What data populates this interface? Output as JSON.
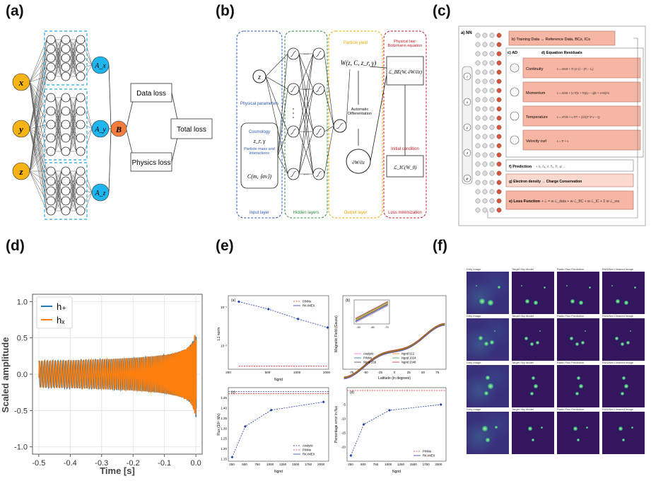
{
  "panels": {
    "a": {
      "tag": "(a)"
    },
    "b": {
      "tag": "(b)"
    },
    "c": {
      "tag": "(c)"
    },
    "d": {
      "tag": "(d)"
    },
    "e": {
      "tag": "(e)"
    },
    "f": {
      "tag": "(f)"
    }
  },
  "diagram_a": {
    "inputs": [
      "x",
      "y",
      "z"
    ],
    "outputs": [
      "A_x",
      "A_y",
      "A_z"
    ],
    "center": "B",
    "boxes": [
      "Data loss",
      "Physics loss",
      "Total loss"
    ]
  },
  "diagram_b": {
    "input_node": "z",
    "physical_parameters": "Physical parameters",
    "cosmology": "Cosmology",
    "cosmology_vars": "z_r, γ",
    "particle_mass": "Particle mass and interactions",
    "cross_section": "C(m, ⟨σv⟩)",
    "input_layer": "Input layer",
    "hidden_layers": "Hidden layers",
    "particle_yield": "Particle yield",
    "output_expr": "W(z, C, z_r, γ)",
    "autodiff": "Automatic Differentiation",
    "derivative": "∂W/∂z",
    "output_layer": "Output layer",
    "physical_law": "Physical law: Boltzmann equation",
    "be_loss": "ℒ_BE(W, ∂W/∂z)",
    "initial_condition": "Initial condition",
    "ic_loss": "ℒ_IC(W_0)",
    "loss_minimization": "Loss minimization"
  },
  "diagram_c": {
    "nn_label": "a) NN",
    "inputs": [
      "t",
      "x",
      "y",
      "z",
      "φ"
    ],
    "training_data": "b) Training Data  →  Reference Data,  BCs,  ICs",
    "ad_label": "c) AD",
    "equation_header": "d) Equation   Residuals",
    "equations": [
      "Continuity",
      "Momentum",
      "Temperature",
      "Velocity curl"
    ],
    "prediction": "f) Prediction",
    "electron_density": "g) Electron density → Charge Conservation",
    "loss_function": "e) Loss Function"
  },
  "chart_d": {
    "ylabel": "Scaled amplitude",
    "xlabel": "Time [s]",
    "legend": [
      "h₊",
      "hₓ"
    ],
    "colors": {
      "plus": "#1f77b4",
      "cross": "#ff7f0e"
    },
    "xticks": [
      "-0.5",
      "-0.4",
      "-0.3",
      "-0.2",
      "-0.1",
      "0.0"
    ],
    "yticks": [
      "1.0",
      "0.5",
      "0.0",
      "-0.5",
      "-1.0"
    ]
  },
  "chart_data": [
    {
      "type": "line",
      "xlabel": "Time [s]",
      "ylabel": "Scaled amplitude",
      "xlim": [
        -0.52,
        0.02
      ],
      "ylim": [
        -1.1,
        1.1
      ],
      "series": [
        {
          "name": "h₊",
          "description": "chirp"
        },
        {
          "name": "hₓ",
          "description": "chirp"
        }
      ],
      "grid": true,
      "legend": "top-left"
    },
    {
      "type": "line",
      "panel": "(a)",
      "xlabel": "Ngrid",
      "ylabel": "L1 norm",
      "x": [
        256,
        512,
        1024,
        2048
      ],
      "series": [
        {
          "name": "PINNs",
          "values": [
            0.003,
            0.003,
            0.003,
            0.003
          ]
        },
        {
          "name": "RK-IMEX",
          "values": [
            0.14,
            0.09,
            0.05,
            0.03
          ]
        }
      ],
      "xticks": [
        "200",
        "500",
        "1000",
        "2000"
      ]
    },
    {
      "type": "line",
      "panel": "(c)",
      "xlabel": "Ngrid",
      "ylabel": "Flux (10²⁷ Mx)",
      "x": [
        256,
        512,
        1024,
        2048
      ],
      "series": [
        {
          "name": "Analytic",
          "values": [
            1.48,
            1.48,
            1.48,
            1.48
          ]
        },
        {
          "name": "PINNs",
          "values": [
            1.47,
            1.47,
            1.47,
            1.47
          ]
        },
        {
          "name": "RK-IMEX",
          "values": [
            1.16,
            1.31,
            1.39,
            1.43
          ]
        }
      ],
      "xticks": [
        "250",
        "500",
        "750",
        "1000",
        "1250",
        "1500",
        "1750",
        "2000"
      ],
      "yticks": [
        "1.15",
        "1.20",
        "1.25",
        "1.30",
        "1.35",
        "1.40",
        "1.45"
      ]
    },
    {
      "type": "line",
      "panel": "(d)",
      "xlabel": "Ngrid",
      "ylabel": "Percentage error in flux",
      "x": [
        256,
        512,
        1024,
        2048
      ],
      "series": [
        {
          "name": "PINNs",
          "values": [
            0,
            0,
            0,
            0
          ]
        },
        {
          "name": "RK-IMEX",
          "values": [
            -23,
            -12,
            -7,
            -5
          ]
        }
      ],
      "xticks": [
        "250",
        "500",
        "750",
        "1000",
        "1250",
        "1500",
        "1750",
        "2000"
      ],
      "yticks": [
        "-5",
        "-10",
        "-15",
        "-20"
      ]
    },
    {
      "type": "line",
      "panel": "(b)",
      "xlabel": "Latitude (in degrees)",
      "ylabel": "Magnetic Field (Gauss)",
      "series": [
        {
          "name": "Analytic"
        },
        {
          "name": "PINNs"
        },
        {
          "name": "Ngrid 256"
        },
        {
          "name": "Ngrid 512"
        },
        {
          "name": "Ngrid 1024"
        },
        {
          "name": "Ngrid 2048"
        }
      ],
      "xticks": [
        "-75",
        "-50",
        "-25",
        "0",
        "25",
        "50",
        "75"
      ],
      "inset_xticks": [
        "-90",
        "-80",
        "-70"
      ]
    }
  ],
  "panel_e_labels": {
    "sub_a": "(a)",
    "sub_b": "(b)",
    "sub_c": "(c)",
    "sub_d": "(d)",
    "legend_a": [
      "PINNs",
      "RK-IMEX"
    ],
    "legend_b": [
      "Analytic",
      "PINNs",
      "Ngrid 256",
      "Ngrid 512",
      "Ngrid 1024",
      "Ngrid 2048"
    ],
    "legend_c": [
      "Analytic",
      "PINNs",
      "RK-IMEX"
    ],
    "legend_d": [
      "PINNs",
      "RK-IMEX"
    ]
  },
  "panel_f": {
    "column_titles": [
      "Dirty Image",
      "Target Sky Model",
      "Radio Flux Prediction",
      "RIADNet Cleaned Image"
    ]
  }
}
